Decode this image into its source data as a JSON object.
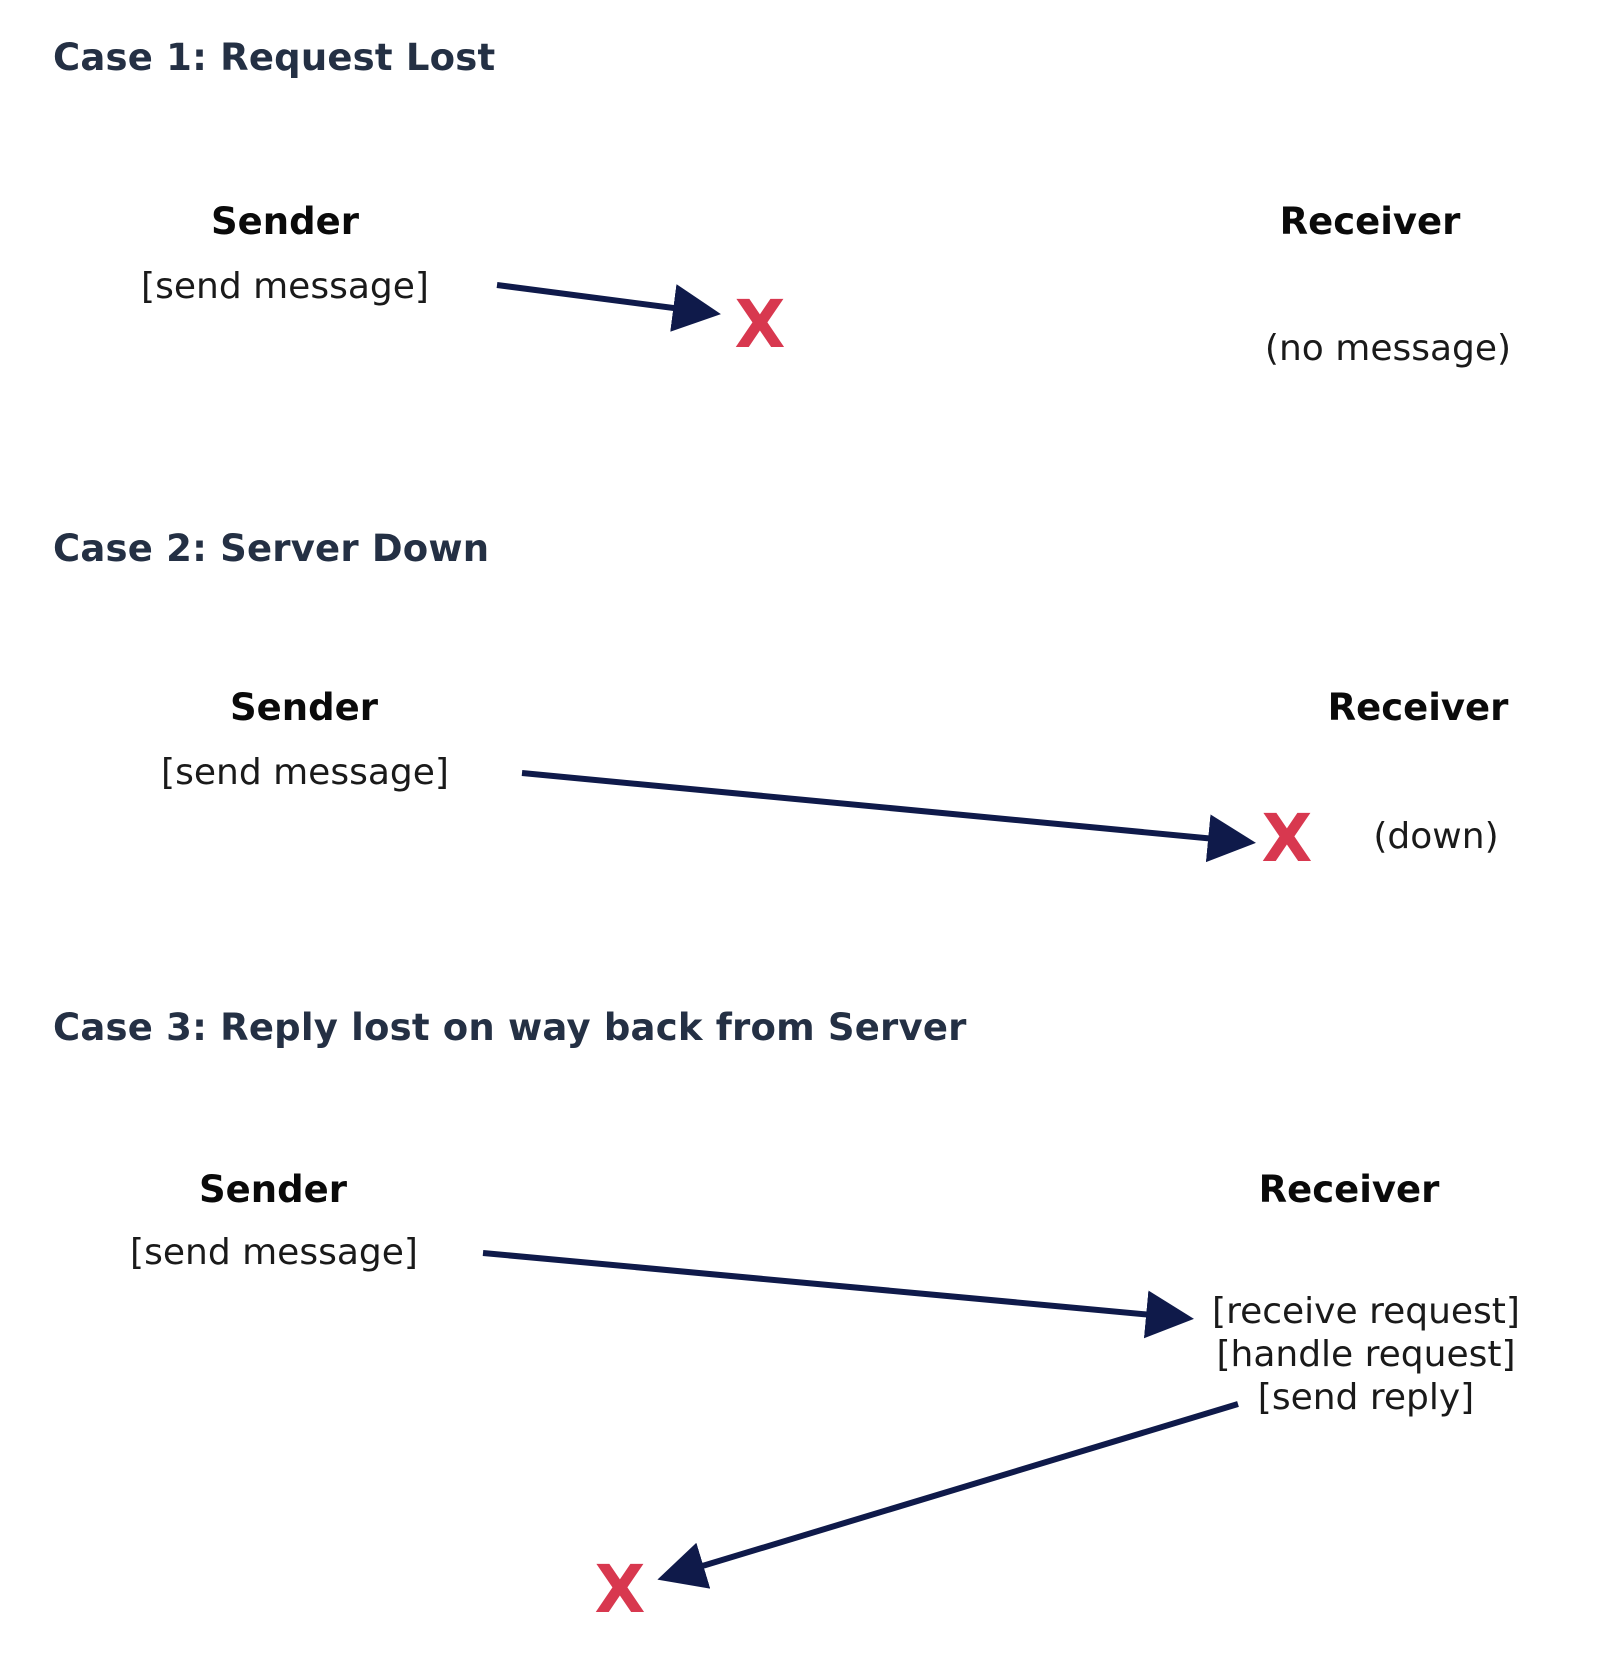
{
  "colors": {
    "heading": "#243044",
    "arrow": "#0f1a4a",
    "fail_mark": "#d8384f",
    "text": "#1a1a1a"
  },
  "cases": [
    {
      "title": "Case 1: Request Lost",
      "sender": "Sender",
      "receiver": "Receiver",
      "sender_action": "[send message]",
      "fail_mark": "X",
      "receiver_status": "(no message)"
    },
    {
      "title": "Case 2: Server Down",
      "sender": "Sender",
      "receiver": "Receiver",
      "sender_action": "[send message]",
      "fail_mark": "X",
      "receiver_status": "(down)"
    },
    {
      "title": "Case 3: Reply lost on way back from Server",
      "sender": "Sender",
      "receiver": "Receiver",
      "sender_action": "[send message]",
      "receiver_actions": [
        "[receive request]",
        "[handle request]",
        "[send reply]"
      ],
      "fail_mark": "X"
    }
  ]
}
